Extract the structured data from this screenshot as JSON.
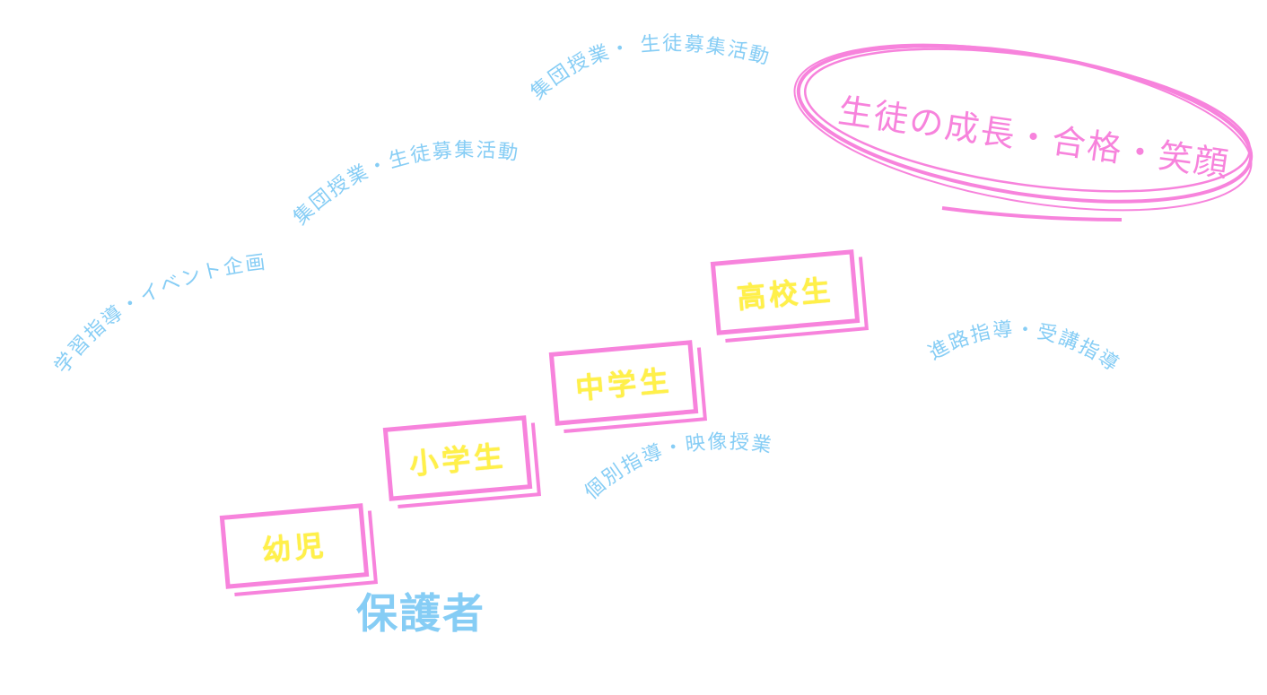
{
  "colors": {
    "blue": "#86cdf5",
    "pink": "#f783dc",
    "yellow": "#fff04a"
  },
  "goal": "生徒の成長・合格・笑顔",
  "steps": [
    "幼児",
    "小学生",
    "中学生",
    "高校生"
  ],
  "guardian": "保護者",
  "activities": {
    "top": "集団授業・ 生徒募集活動",
    "middle": "集団授業・生徒募集活動",
    "lower": "学習指導・イベント企画",
    "career": "進路指導・受講指導",
    "individual": "個別指導・映像授業"
  }
}
